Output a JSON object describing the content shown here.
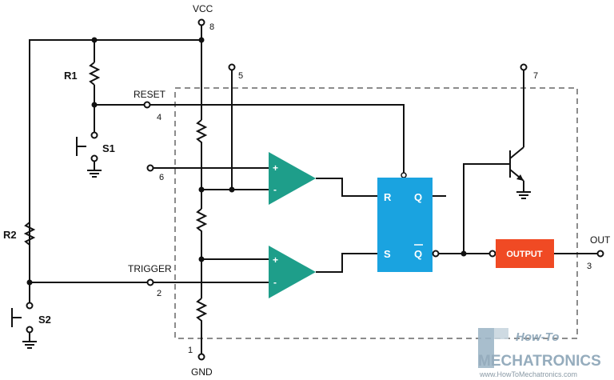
{
  "labels": {
    "vcc": "VCC",
    "gnd": "GND",
    "r1": "R1",
    "r2": "R2",
    "s1": "S1",
    "s2": "S2",
    "reset": "RESET",
    "trigger": "TRIGGER",
    "out": "OUT"
  },
  "pins": {
    "p1": "1",
    "p2": "2",
    "p3": "3",
    "p4": "4",
    "p5": "5",
    "p6": "6",
    "p7": "7",
    "p8": "8"
  },
  "comparator": {
    "plus": "+",
    "minus": "-"
  },
  "flipflop": {
    "r": "R",
    "s": "S",
    "q": "Q",
    "qbar": "Q"
  },
  "output_block": "OUTPUT",
  "watermark": {
    "line1": "How-To",
    "line2": "MECHATRONICS",
    "url": "www.HowToMechatronics.com"
  },
  "colors": {
    "comparator": "#1e9e8a",
    "flipflop": "#1aa3e0",
    "output": "#f04a24",
    "wire": "#111111",
    "dashed_box": "#666666"
  }
}
